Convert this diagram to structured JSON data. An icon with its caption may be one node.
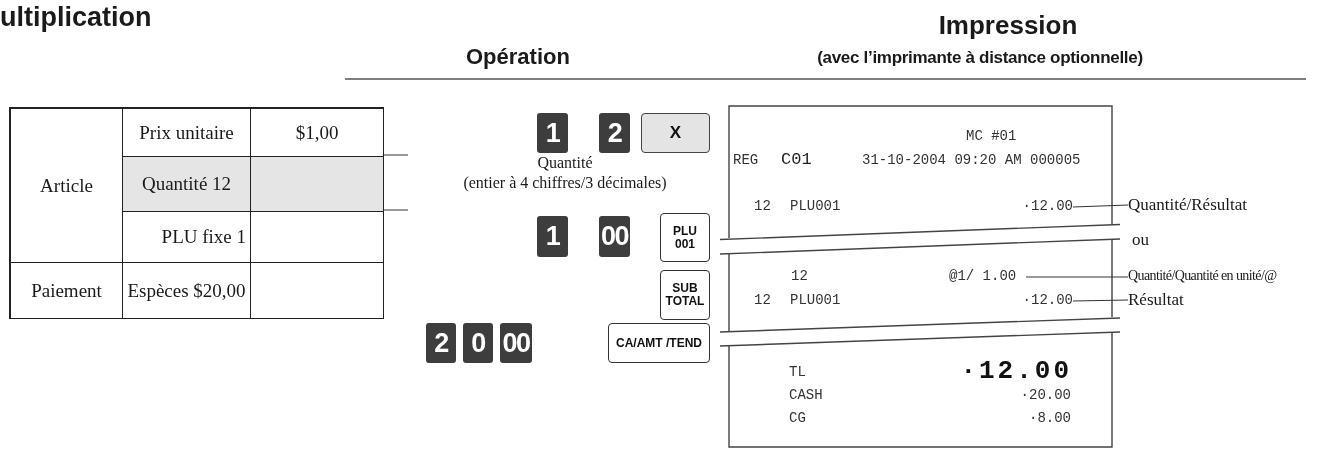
{
  "diagram": {
    "title": "ultiplication",
    "nodes": [
      {
        "text": [
          "12",
          "PLU001",
          "·12.00"
        ]
      },
      {
        "text": [
          "Quantité/Résultat"
        ]
      },
      {
        "text": [
          "12",
          "@1/ 1.00"
        ]
      },
      {
        "text": [
          "Quantité/Quantité en unité/@"
        ]
      },
      {
        "text": [
          "12",
          "PLU001",
          "·12.00"
        ]
      },
      {
        "text": [
          "Résultat"
        ]
      }
    ],
    "edges": [
      {
        "from": 1,
        "to": 0,
        "arrow": "none"
      },
      {
        "from": 3,
        "to": 2,
        "arrow": "none"
      },
      {
        "from": 5,
        "to": 4,
        "arrow": "none"
      }
    ],
    "labels": [
      "Opération",
      "Impression",
      "(avec l’imprimante à distance optionnelle)",
      "Prix unitaire",
      "$1,00",
      "Article",
      "Quantité 12",
      "PLU fixe 1",
      "Paiement",
      "Espèces $20,00",
      "1",
      "2",
      "X",
      "Quantité",
      "(entier à 4 chiffres/3 décimales)",
      "1",
      "00",
      "PLU 001",
      "SUB TOTAL",
      "2",
      "0",
      "00",
      "CA/AMT /TEND",
      "MC #01",
      "REG",
      "C01",
      "31-10-2004 09:20 AM 000005",
      "ou",
      "TL",
      "·12.00",
      "CASH",
      "·20.00",
      "CG",
      "·8.00"
    ]
  }
}
